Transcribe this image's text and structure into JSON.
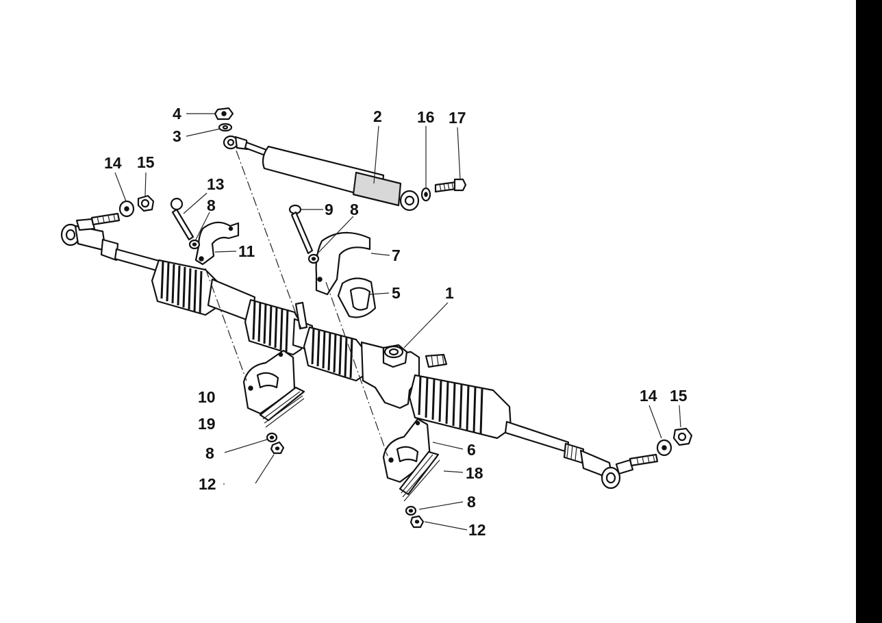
{
  "callouts": {
    "c1": "1",
    "c2": "2",
    "c3": "3",
    "c4": "4",
    "c5": "5",
    "c6": "6",
    "c7": "7",
    "c8a": "8",
    "c8b": "8",
    "c8c": "8",
    "c8d": "8",
    "c9": "9",
    "c10": "10",
    "c11": "11",
    "c12a": "12",
    "c12b": "12",
    "c13": "13",
    "c14a": "14",
    "c14b": "14",
    "c15a": "15",
    "c15b": "15",
    "c16": "16",
    "c17": "17",
    "c18": "18",
    "c19": "19"
  },
  "colors": {
    "line": "#111111",
    "background": "#ffffff",
    "edge_bar": "#000000"
  }
}
